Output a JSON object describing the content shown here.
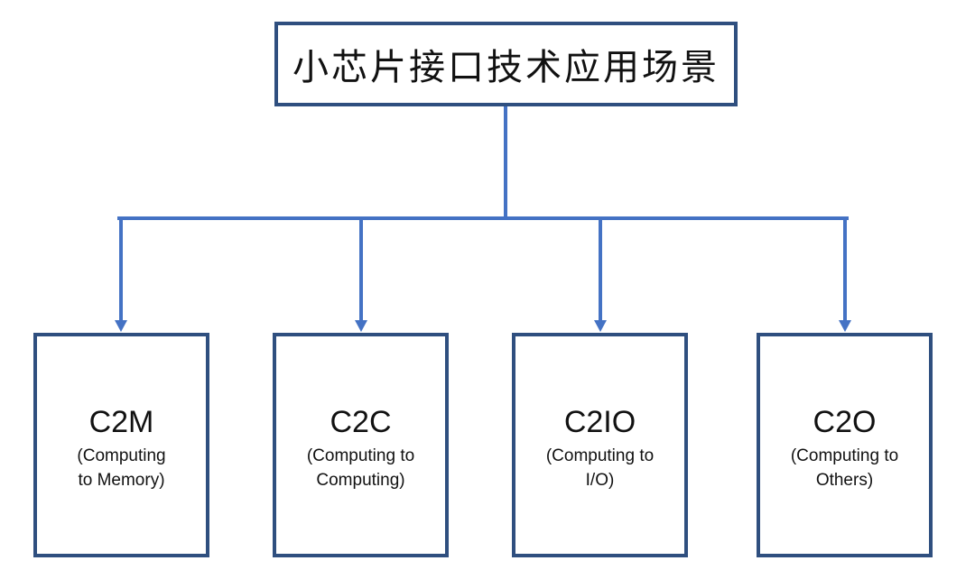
{
  "root": {
    "title": "小芯片接口技术应用场景"
  },
  "children": [
    {
      "code": "C2M",
      "description": "(Computing\nto Memory)"
    },
    {
      "code": "C2C",
      "description": "(Computing to\nComputing)"
    },
    {
      "code": "C2IO",
      "description": "(Computing to\nI/O)"
    },
    {
      "code": "C2O",
      "description": "(Computing to\nOthers)"
    }
  ],
  "colors": {
    "connector": "#4472c4",
    "box_border": "#2f4f7f",
    "text": "#111111"
  }
}
